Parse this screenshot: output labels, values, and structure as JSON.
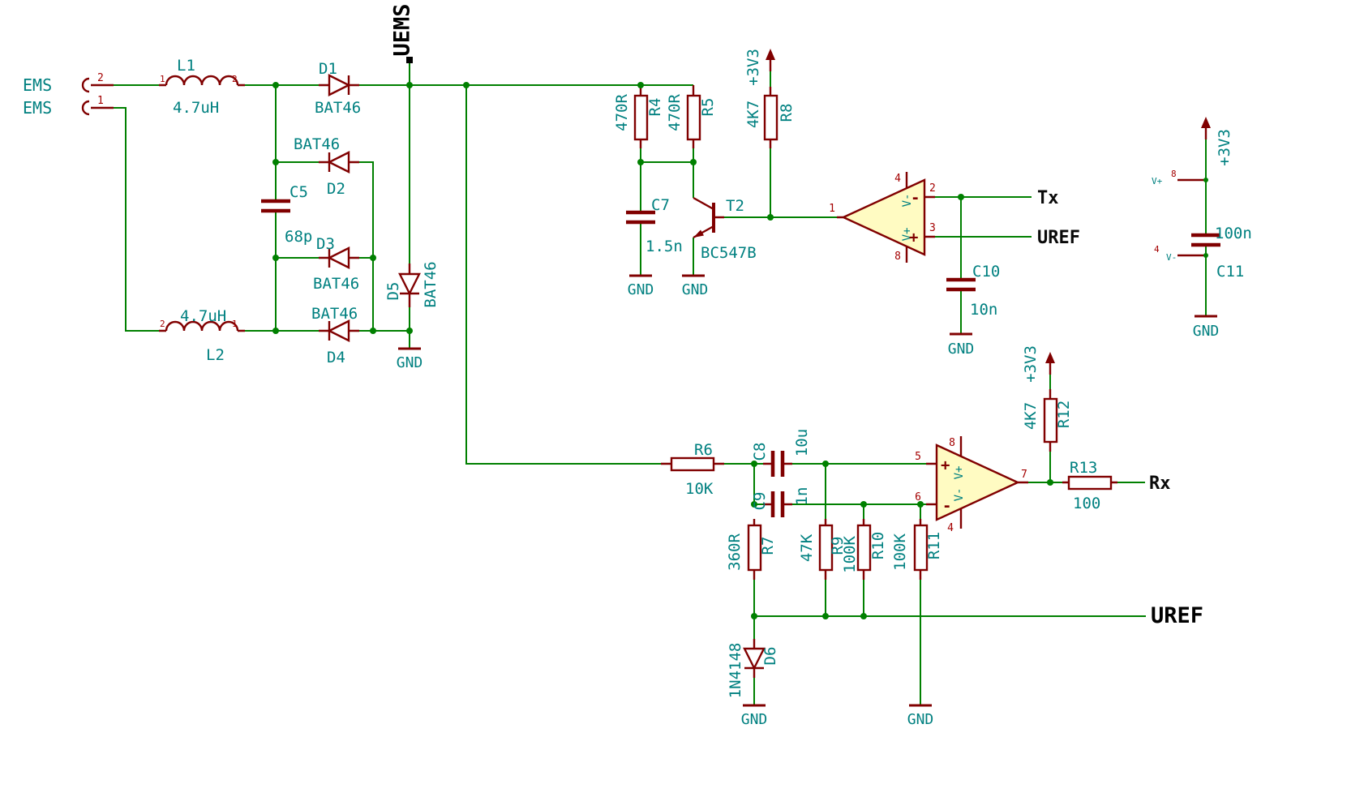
{
  "colors": {
    "wire": "#008000",
    "symbol": "#800000",
    "label_text": "#008080",
    "pin_number": "#a40000",
    "net_label": "#000000",
    "opamp_fill": "#fffbc2"
  },
  "labels": {
    "ems_pin2": "EMS",
    "ems_pin1": "EMS",
    "uems": "UEMS",
    "tx": "Tx",
    "uref_mid": "UREF",
    "rx": "Rx",
    "uref_bus": "UREF",
    "gnd": "GND",
    "v33": "+3V3"
  },
  "pin_numbers": {
    "n1": "1",
    "n2": "2"
  },
  "components": {
    "l1": {
      "name": "L1",
      "value": "4.7uH"
    },
    "l2": {
      "name": "L2",
      "value": "4.7uH"
    },
    "d1": {
      "name": "D1",
      "value": "BAT46"
    },
    "d2": {
      "name": "D2",
      "value": "BAT46"
    },
    "d3": {
      "name": "D3",
      "value": "BAT46"
    },
    "d4": {
      "name": "D4",
      "value": "BAT46"
    },
    "d5": {
      "name": "D5",
      "value": "BAT46"
    },
    "d6": {
      "name": "D6",
      "value": "1N4148"
    },
    "c5": {
      "name": "C5",
      "value": "68p"
    },
    "c7": {
      "name": "C7",
      "value": "1.5n"
    },
    "c8": {
      "name": "C8",
      "value": "10u"
    },
    "c9": {
      "name": "C9",
      "value": "1n"
    },
    "c10": {
      "name": "C10",
      "value": "10n"
    },
    "c11": {
      "name": "C11",
      "value": "100n"
    },
    "r4": {
      "name": "R4",
      "value": "470R"
    },
    "r5": {
      "name": "R5",
      "value": "470R"
    },
    "r6": {
      "name": "R6",
      "value": "10K"
    },
    "r7": {
      "name": "R7",
      "value": "360R"
    },
    "r8": {
      "name": "R8",
      "value": "4K7"
    },
    "r9": {
      "name": "R9",
      "value": "47K"
    },
    "r10": {
      "name": "R10",
      "value": "100K"
    },
    "r11": {
      "name": "R11",
      "value": "100K"
    },
    "r12": {
      "name": "R12",
      "value": "4K7"
    },
    "r13": {
      "name": "R13",
      "value": "100"
    },
    "t2": {
      "name": "T2",
      "value": "BC547B"
    }
  },
  "opamp1": {
    "out": "1",
    "in_minus": "2",
    "in_plus": "3",
    "vminus_pin": "4",
    "vplus_pin": "8",
    "vplus": "V+",
    "vminus": "V-",
    "plus_sign": "+",
    "minus_sign": "-"
  },
  "opamp2": {
    "in_plus": "5",
    "in_minus": "6",
    "out": "7",
    "vplus_pin": "8",
    "vminus_pin": "4",
    "vplus": "V+",
    "vminus": "V-",
    "plus_sign": "+",
    "minus_sign": "-"
  },
  "power_unit": {
    "pin8": "8",
    "pin4": "4",
    "vplus": "V+",
    "vminus": "V-"
  }
}
